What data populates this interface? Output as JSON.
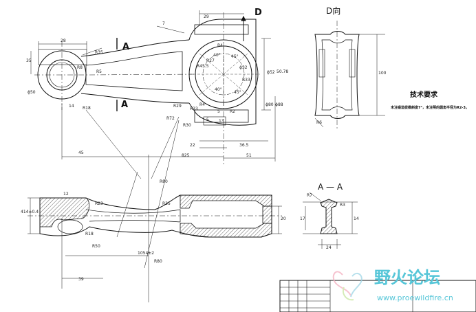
{
  "views": {
    "section_a_mark_upper": "A",
    "section_a_mark_lower": "A",
    "view_d_arrow_label": "D",
    "view_d_title": "D向",
    "section_aa_title": "A — A"
  },
  "technical_requirements": {
    "title": "技术要求",
    "note": "未注锻造拔模斜度7°，未注明的圆角半径为R2-3。"
  },
  "dimensions": {
    "top_view": [
      "28",
      "ϕ50",
      "35",
      "R35",
      "R8",
      "R5",
      "14",
      "R18",
      "45",
      "ϕ32",
      "R4",
      "R33",
      "R27",
      "40°",
      "40°",
      "45°",
      "45°",
      "R45.5",
      "ϕ80",
      "ϕ52",
      "R72",
      "R4",
      "29",
      "R29",
      "R33",
      "R30",
      "R80",
      "13",
      "5",
      "22",
      "36.5",
      "825",
      "51",
      "ϕ88",
      "50.78",
      "7",
      "5",
      "R2"
    ],
    "front_view": [
      "12",
      "R23",
      "R35",
      "414±0.4",
      "R18",
      "R50",
      "1054±2",
      "R80",
      "39",
      "20"
    ],
    "d_view": [
      "100",
      "R6"
    ],
    "section_aa": [
      "R7",
      "R3",
      "17",
      "24",
      "14"
    ]
  },
  "watermark": {
    "brand": "野火论坛",
    "url": "www.proewildfire.cn"
  }
}
